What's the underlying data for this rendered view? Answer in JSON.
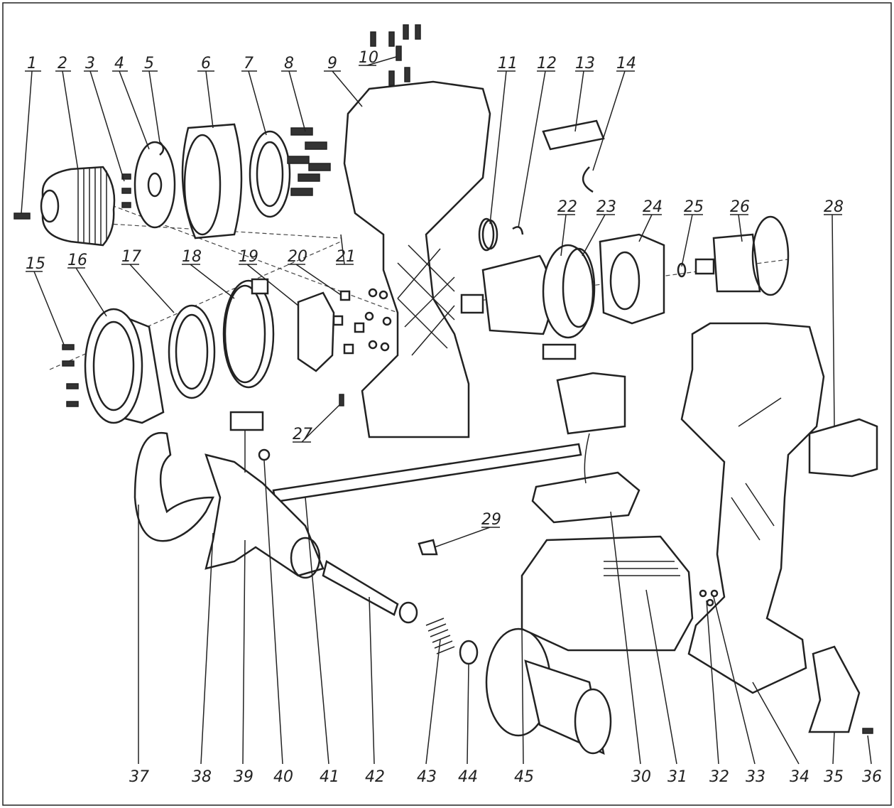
{
  "diagram": {
    "type": "exploded-parts-view",
    "part_numbers": [
      "1",
      "2",
      "3",
      "4",
      "5",
      "6",
      "7",
      "8",
      "9",
      "10",
      "11",
      "12",
      "13",
      "14",
      "15",
      "16",
      "17",
      "18",
      "19",
      "20",
      "21",
      "22",
      "23",
      "24",
      "25",
      "26",
      "27",
      "28",
      "29",
      "30",
      "31",
      "32",
      "33",
      "34",
      "35",
      "36",
      "37",
      "38",
      "39",
      "40",
      "41",
      "42",
      "43",
      "44",
      "45"
    ]
  }
}
